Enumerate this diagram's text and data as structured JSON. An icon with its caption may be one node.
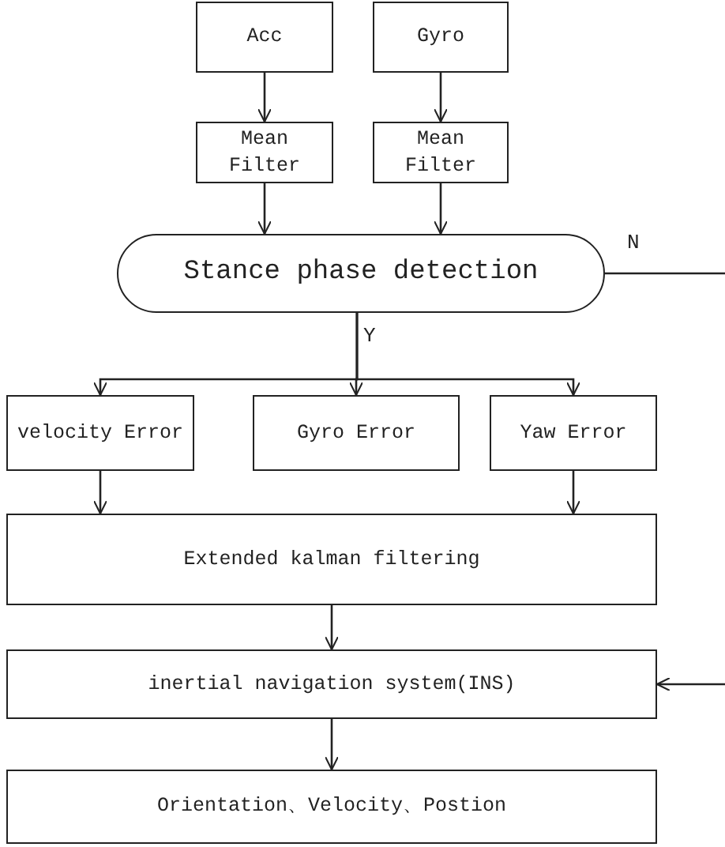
{
  "diagram": {
    "nodes": [
      {
        "text": [
          "Acc"
        ]
      },
      {
        "text": [
          "Gyro"
        ]
      },
      {
        "text": [
          "Mean Filter"
        ]
      },
      {
        "text": [
          "Mean Filter"
        ]
      },
      {
        "text": [
          "Stance phase detection"
        ]
      },
      {
        "text": [
          "velocity Error"
        ]
      },
      {
        "text": [
          "Gyro Error"
        ]
      },
      {
        "text": [
          "Yaw Error"
        ]
      },
      {
        "text": [
          "Extended kalman filtering"
        ]
      },
      {
        "text": [
          "inertial navigation system(INS)"
        ]
      },
      {
        "text": [
          "Orientation、Velocity、Postion"
        ]
      }
    ],
    "edges": [
      {
        "from": 0,
        "to": 2,
        "arrow": "to"
      },
      {
        "from": 1,
        "to": 3,
        "arrow": "to"
      },
      {
        "from": 2,
        "to": 4,
        "arrow": "to"
      },
      {
        "from": 3,
        "to": 4,
        "arrow": "to"
      },
      {
        "from": 4,
        "to": 5,
        "arrow": "to"
      },
      {
        "from": 4,
        "to": 6,
        "arrow": "to",
        "label": "Y"
      },
      {
        "from": 4,
        "to": 7,
        "arrow": "to"
      },
      {
        "from": 5,
        "to": 8,
        "arrow": "to"
      },
      {
        "from": 7,
        "to": 8,
        "arrow": "to"
      },
      {
        "from": 8,
        "to": 9,
        "arrow": "to"
      },
      {
        "from": 9,
        "to": 10,
        "arrow": "to"
      },
      {
        "from": 4,
        "to": null,
        "arrow": "none",
        "label": "N"
      },
      {
        "from": null,
        "to": 9,
        "arrow": "to"
      }
    ]
  }
}
